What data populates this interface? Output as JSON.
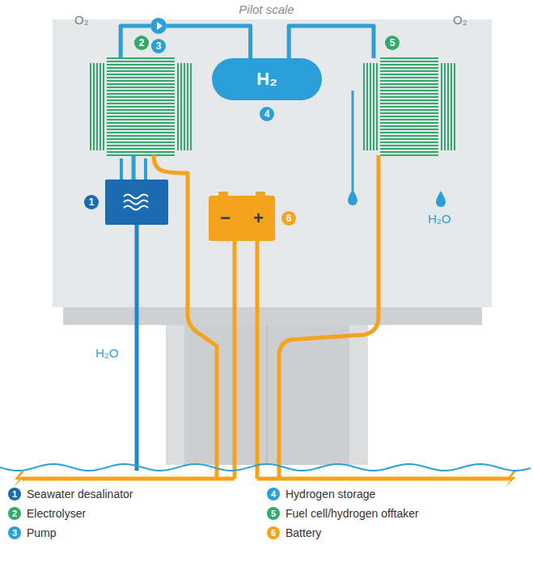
{
  "diagram": {
    "title": "Pilot scale",
    "nodes": [
      {
        "text": [
          "2"
        ]
      },
      {
        "text": [
          "3"
        ]
      },
      {
        "text": [
          "H₂",
          "4"
        ]
      },
      {
        "text": [
          "5"
        ]
      },
      {
        "text": [
          "1"
        ]
      },
      {
        "text": [
          "−",
          "+",
          "6"
        ]
      }
    ],
    "edges": [
      {
        "from": 4,
        "to": 0,
        "arrow": "none"
      },
      {
        "from": 0,
        "to": 1,
        "arrow": "none"
      },
      {
        "from": 1,
        "to": 2,
        "arrow": "none"
      },
      {
        "from": 2,
        "to": 3,
        "arrow": "none"
      }
    ],
    "labels": [
      "O₂",
      "O₂",
      "H₂O",
      "H₂O",
      "1",
      "4",
      "2",
      "5",
      "3",
      "6"
    ],
    "legend": [
      {
        "text": "Seawater desalinator",
        "color": "#1c6bb0"
      },
      {
        "text": "Hydrogen storage",
        "color": "#2a9fd8"
      },
      {
        "text": "Electrolyser",
        "color": "#34a96b"
      },
      {
        "text": "Fuel cell/hydrogen offtaker",
        "color": "#34a96b"
      },
      {
        "text": "Pump",
        "color": "#2a9fd8"
      },
      {
        "text": "Battery",
        "color": "#f5a31c"
      }
    ]
  }
}
